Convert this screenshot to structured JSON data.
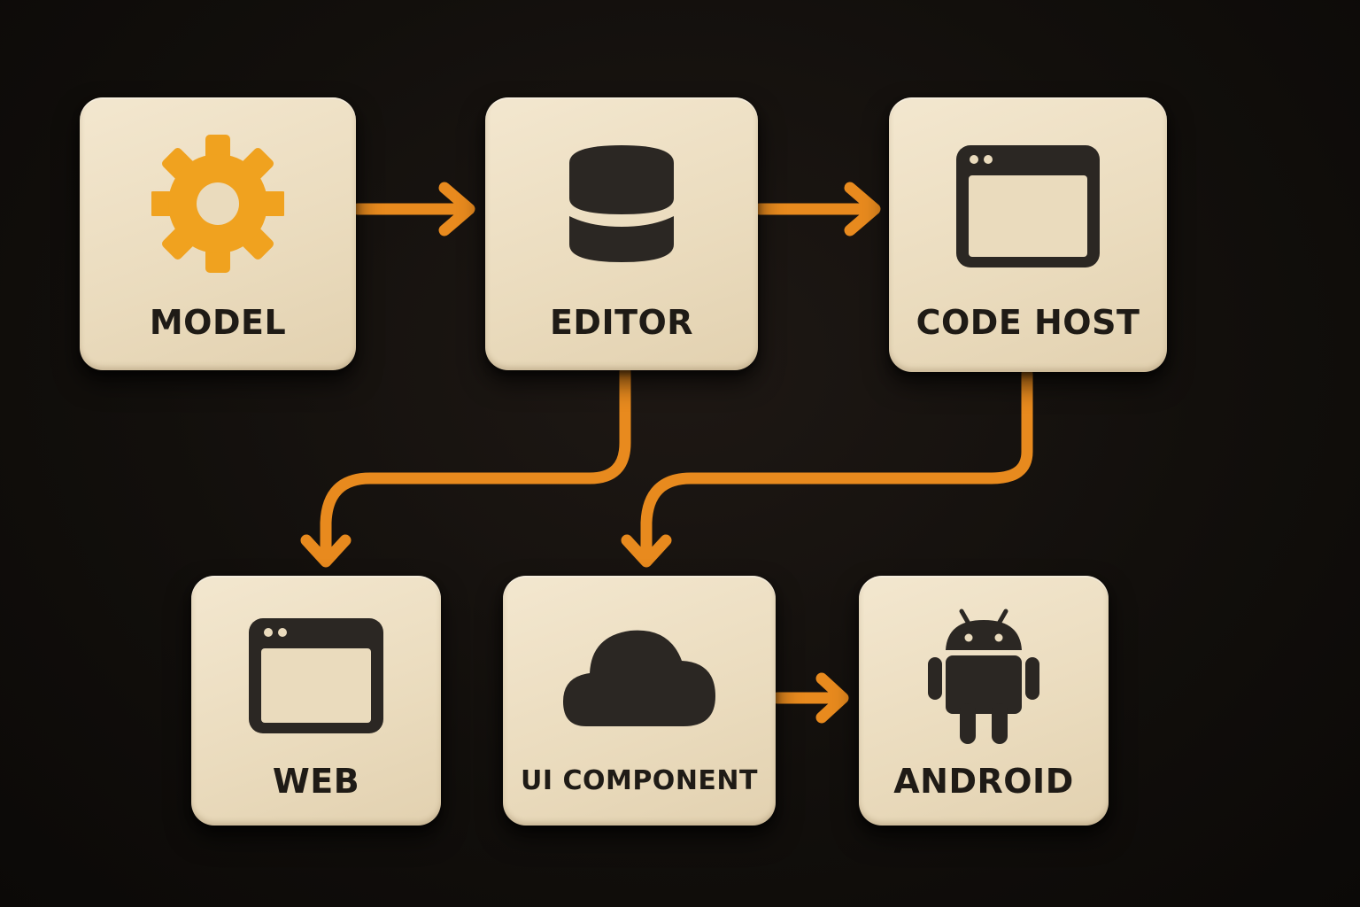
{
  "colors": {
    "background": "#120f0c",
    "card": "#eadbbd",
    "arrow": "#e88a1e",
    "icon_dark": "#2b2723",
    "gear": "#f0a21f",
    "text": "#1f1b16"
  },
  "nodes": {
    "model": {
      "label": "MODEL",
      "icon": "gear-icon"
    },
    "editor": {
      "label": "EDITOR",
      "icon": "database-icon"
    },
    "code_host": {
      "label": "CODE HOST",
      "icon": "browser-window-icon"
    },
    "web": {
      "label": "WEB",
      "icon": "browser-window-icon"
    },
    "ui_component": {
      "label": "UI COMPONENT",
      "icon": "cloud-icon"
    },
    "android": {
      "label": "ANDROID",
      "icon": "android-icon"
    }
  },
  "edges": [
    {
      "from": "model",
      "to": "editor"
    },
    {
      "from": "editor",
      "to": "code_host"
    },
    {
      "from": "editor",
      "to": "web"
    },
    {
      "from": "code_host",
      "to": "ui_component"
    },
    {
      "from": "ui_component",
      "to": "android"
    }
  ]
}
